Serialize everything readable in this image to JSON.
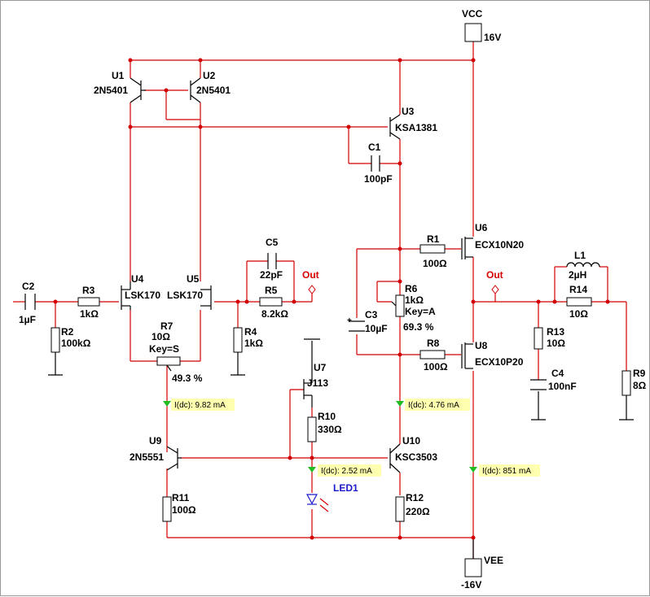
{
  "supplies": {
    "vcc_name": "VCC",
    "vcc_value": "16V",
    "vee_name": "VEE",
    "vee_value": "-16V"
  },
  "components": {
    "u1": {
      "ref": "U1",
      "part": "2N5401"
    },
    "u2": {
      "ref": "U2",
      "part": "2N5401"
    },
    "u3": {
      "ref": "U3",
      "part": "KSA1381"
    },
    "u4": {
      "ref": "U4",
      "part": "LSK170"
    },
    "u5": {
      "ref": "U5",
      "part": "LSK170"
    },
    "u6": {
      "ref": "U6",
      "part": "ECX10N20"
    },
    "u7": {
      "ref": "U7",
      "part": "J113"
    },
    "u8": {
      "ref": "U8",
      "part": "ECX10P20"
    },
    "u9": {
      "ref": "U9",
      "part": "2N5551"
    },
    "u10": {
      "ref": "U10",
      "part": "KSC3503"
    },
    "c1": {
      "ref": "C1",
      "value": "100pF"
    },
    "c2": {
      "ref": "C2",
      "value": "1µF"
    },
    "c3": {
      "ref": "C3",
      "value": "10µF"
    },
    "c4": {
      "ref": "C4",
      "value": "100nF"
    },
    "c5": {
      "ref": "C5",
      "value": "22pF"
    },
    "r1": {
      "ref": "R1",
      "value": "100Ω"
    },
    "r2": {
      "ref": "R2",
      "value": "100kΩ"
    },
    "r3": {
      "ref": "R3",
      "value": "1kΩ"
    },
    "r4": {
      "ref": "R4",
      "value": "1kΩ"
    },
    "r5": {
      "ref": "R5",
      "value": "8.2kΩ"
    },
    "r6": {
      "ref": "R6",
      "value": "1kΩ",
      "key": "Key=A",
      "setting": "69.3 %"
    },
    "r7": {
      "ref": "R7",
      "value": "10Ω",
      "key": "Key=S",
      "setting": "49.3 %"
    },
    "r8": {
      "ref": "R8",
      "value": "100Ω"
    },
    "r9": {
      "ref": "R9",
      "value": "8Ω"
    },
    "r10": {
      "ref": "R10",
      "value": "330Ω"
    },
    "r11": {
      "ref": "R11",
      "value": "100Ω"
    },
    "r12": {
      "ref": "R12",
      "value": "220Ω"
    },
    "r13": {
      "ref": "R13",
      "value": "10Ω"
    },
    "r14": {
      "ref": "R14",
      "value": "10Ω"
    },
    "l1": {
      "ref": "L1",
      "value": "2µH"
    },
    "led1": {
      "ref": "LED1"
    }
  },
  "probes": {
    "p1": "I(dc): 9.82 mA",
    "p2": "I(dc): 4.76 mA",
    "p3": "I(dc): 2.52 mA",
    "p4": "I(dc): 851 mA"
  },
  "outputs": {
    "out1": "Out",
    "out2": "Out"
  },
  "colors": {
    "wire": "#d40000",
    "probe_bg": "#ffffb0",
    "probe_arrow": "#22bb22",
    "led_label": "#1a1acc"
  }
}
